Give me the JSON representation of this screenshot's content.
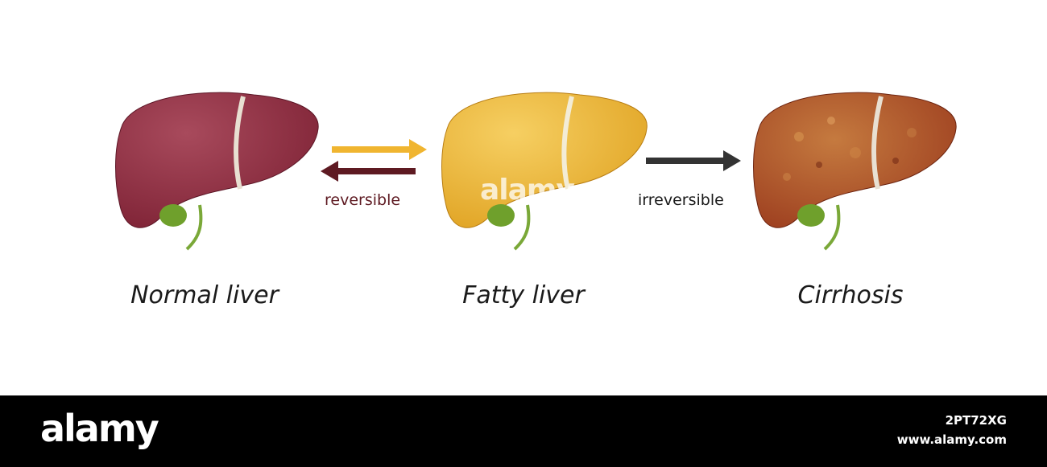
{
  "stages": [
    {
      "caption": "Normal liver",
      "color": "#7e2235",
      "highlight": "#a84a5c"
    },
    {
      "caption": "Fatty liver",
      "color": "#e0a323",
      "highlight": "#f6cf62"
    },
    {
      "caption": "Cirrhosis",
      "color": "#9a3a1d",
      "highlight": "#c57a3f"
    }
  ],
  "transitions": [
    {
      "label": "reversible",
      "forward_color": "#f0b530",
      "back_color": "#5e1a22",
      "label_color": "#5e1a22"
    },
    {
      "label": "irreversible",
      "arrow_color": "#333333",
      "label_color": "#1a1a1a"
    }
  ],
  "watermark": "alamy",
  "footer": {
    "logo": "alamy",
    "image_id": "2PT72XG",
    "url": "www.alamy.com"
  }
}
